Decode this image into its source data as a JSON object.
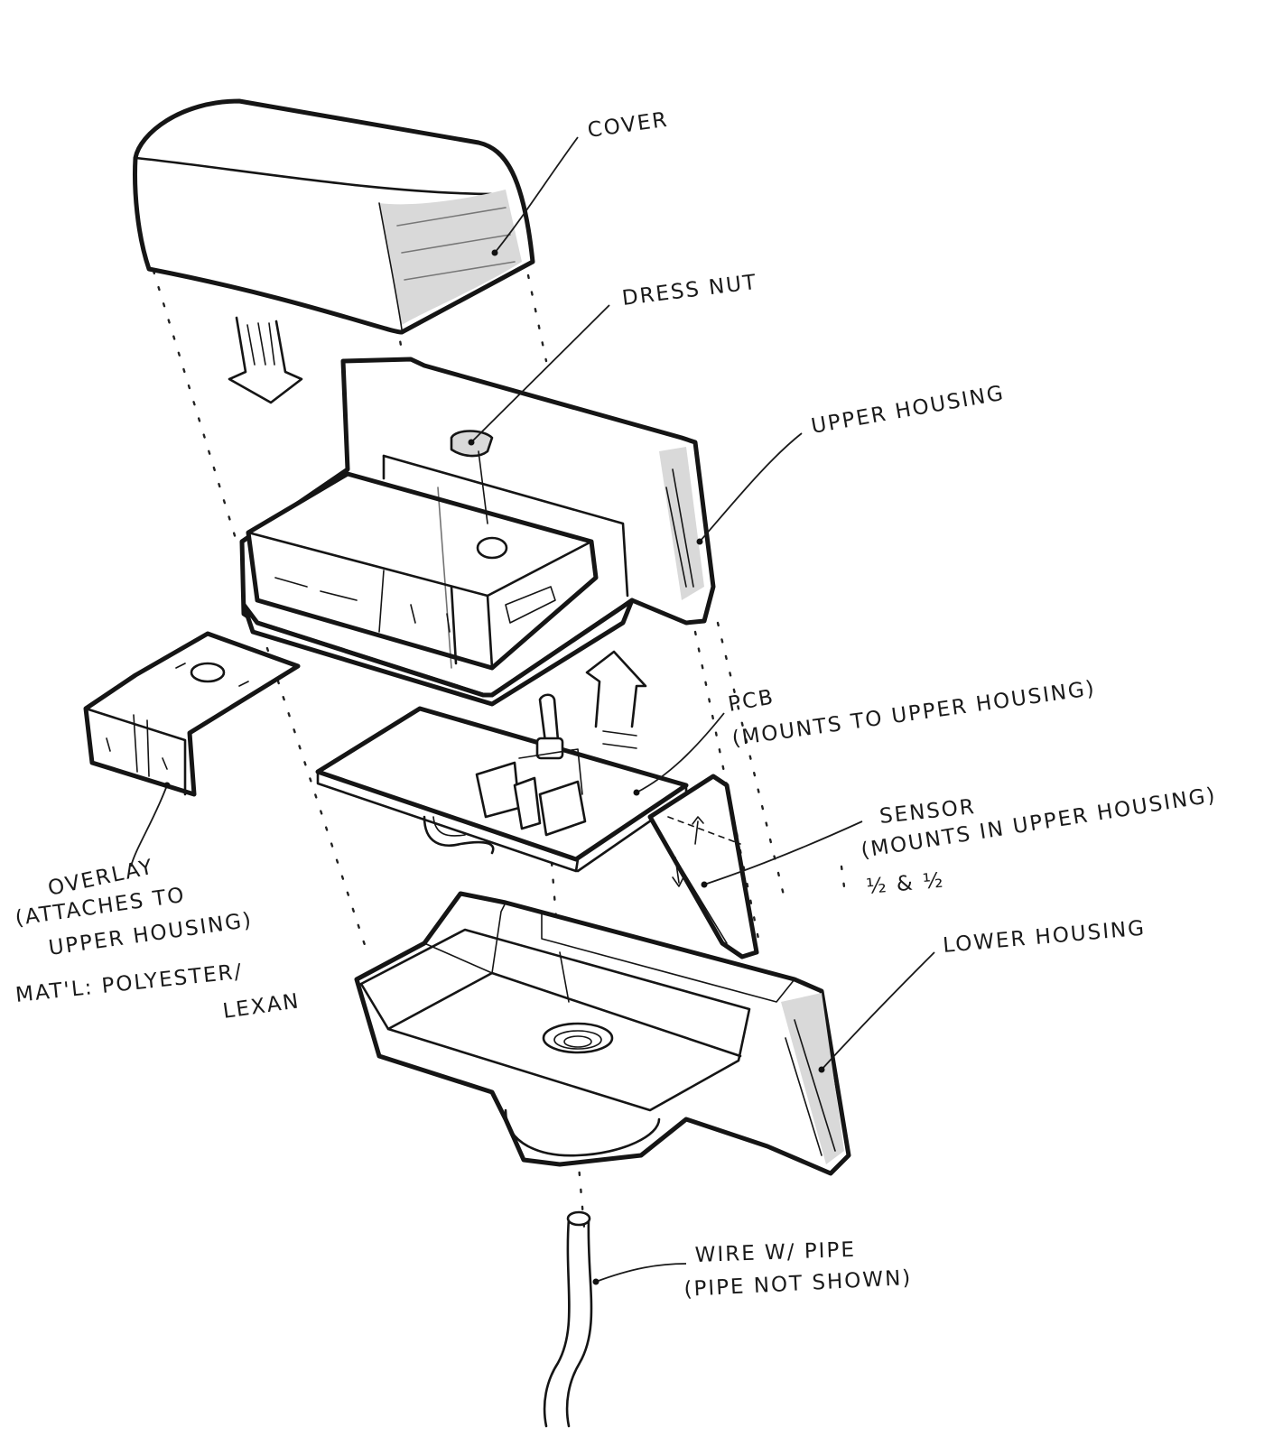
{
  "labels": {
    "cover": "COVER",
    "dress_nut": "DRESS NUT",
    "upper_housing": "UPPER HOUSING",
    "pcb_line1": "PCB",
    "pcb_line2": "(MOUNTS TO UPPER HOUSING)",
    "sensor_line1": "SENSOR",
    "sensor_line2": "(MOUNTS IN UPPER HOUSING)",
    "sensor_line3": "½ & ½",
    "lower_housing": "LOWER HOUSING",
    "overlay_line1": "OVERLAY",
    "overlay_line2": "(ATTACHES TO",
    "overlay_line3": "UPPER HOUSING)",
    "material_line1": "MAT'L: POLYESTER/",
    "material_line2": "LEXAN",
    "wire_line1": "WIRE W/ PIPE",
    "wire_line2": "(PIPE NOT SHOWN)"
  }
}
